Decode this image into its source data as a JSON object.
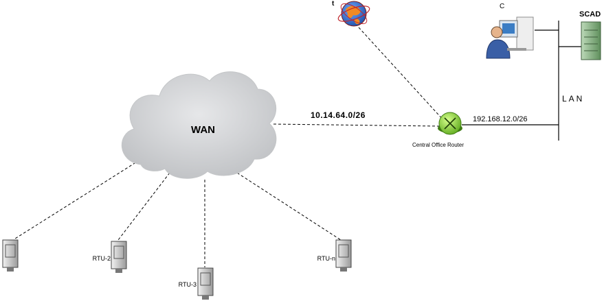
{
  "wan": {
    "label": "WAN"
  },
  "links": {
    "wan_subnet": "10.14.64.0/26",
    "lan_subnet": "192.168.12.0/26",
    "lan_label": "LAN",
    "router_caption": "Central Office Router"
  },
  "nodes": {
    "internet_label": "t",
    "operator_label": "C",
    "scada_label": "SCAD"
  },
  "rtus": [
    {
      "label": ""
    },
    {
      "label": "RTU-2"
    },
    {
      "label": "RTU-3"
    },
    {
      "label": "RTU-n"
    }
  ],
  "colors": {
    "cloud": "#d7d8da",
    "router": "#9be24a",
    "globe_sea": "#2f6fd1",
    "globe_land": "#f08a24",
    "server": "#7ba87a"
  }
}
